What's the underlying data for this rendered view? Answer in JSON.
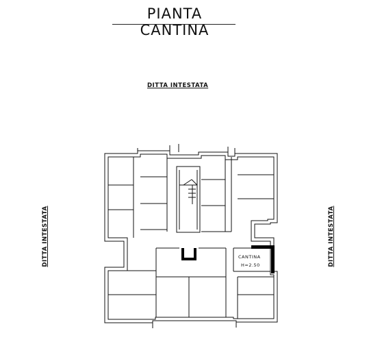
{
  "drawing": {
    "title": "PIANTA CANTINA"
  },
  "neighbors": {
    "top": "DITTA INTESTATA",
    "left": "DITTA INTESTATA",
    "right": "DITTA INTESTATA"
  },
  "highlighted_room": {
    "name": "CANTINA",
    "height": "H=2.50"
  },
  "colors": {
    "line": "#111111",
    "highlight": "#000000",
    "background": "#ffffff"
  }
}
